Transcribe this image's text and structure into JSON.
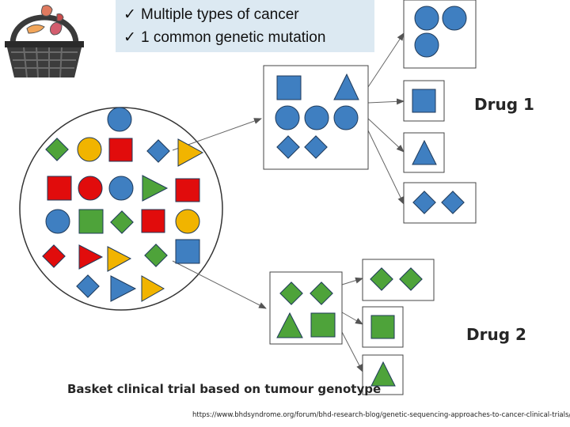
{
  "checklist": {
    "items": [
      {
        "mark": "✓",
        "text": "Multiple types of cancer"
      },
      {
        "mark": "✓",
        "text": "1 common genetic mutation"
      }
    ]
  },
  "labels": {
    "drug1": "Drug 1",
    "drug2": "Drug 2",
    "caption": "Basket clinical trial based on tumour genotype"
  },
  "source": {
    "url": "https://www.bhdsyndrome.org/forum/bhd-research-blog/genetic-sequencing-approaches-to-cancer-clinical-trials/"
  },
  "icons": [
    "basket-with-organs-icon"
  ],
  "colors": {
    "blue": "#3f7fc1",
    "red": "#e10c0c",
    "green": "#4ea33a",
    "yellow": "#f1b400",
    "outline": "#1f3a5a",
    "checklist_bg": "#dce9f2"
  }
}
